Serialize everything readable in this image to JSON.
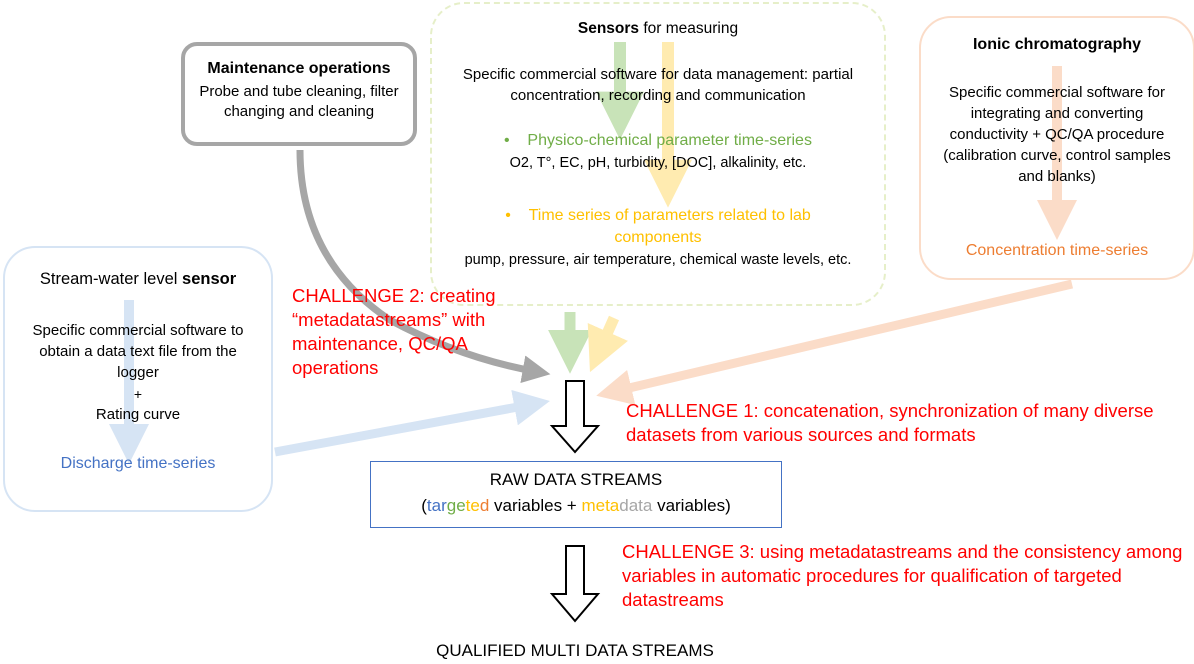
{
  "maintenance": {
    "title": "Maintenance operations",
    "body": "Probe and tube cleaning, filter changing and cleaning"
  },
  "sensors": {
    "title_bold": "Sensors",
    "title_rest": " for measuring",
    "software": "Specific commercial software for data management: partial concentration, recording and communication",
    "bullet1_title": "Physico-chemical parameter time-series",
    "bullet1_body": "O2, T°, EC, pH, turbidity, [DOC], alkalinity, etc.",
    "bullet2_title": "Time series of parameters related to lab components",
    "bullet2_body": "pump, pressure, air temperature, chemical waste levels, etc."
  },
  "ionic": {
    "title": "Ionic chromatography",
    "body": "Specific commercial software for integrating and converting conductivity + QC/QA procedure (calibration curve, control samples and blanks)",
    "output": "Concentration time-series"
  },
  "stream": {
    "title_normal": "Stream-water level ",
    "title_bold": "sensor",
    "body": "Specific commercial software to obtain a data text file from the logger",
    "plus": "+",
    "rating": "Rating curve",
    "output": "Discharge  time-series"
  },
  "challenges": {
    "c2": "CHALLENGE 2: creating “metadatastreams” with maintenance, QC/QA operations",
    "c1": "CHALLENGE 1: concatenation, synchronization of many diverse datasets from various sources and formats",
    "c3": "CHALLENGE 3: using metadatastreams and the consistency among variables in automatic procedures for qualification of targeted datastreams"
  },
  "raw": {
    "title": "RAW DATA STREAMS",
    "open_paren": "(",
    "targeted_parts": [
      "tar",
      "ge",
      "te",
      "d"
    ],
    "variables1": " variables + ",
    "metadata_parts": [
      "meta",
      "data"
    ],
    "variables2": " variables)"
  },
  "qualified": "QUALIFIED MULTI DATA STREAMS",
  "colors": {
    "green": "#70ad47",
    "yellow": "#ffc000",
    "orange": "#ed7d31",
    "blue": "#4472c4",
    "gray": "#a6a6a6",
    "red": "#ff0000"
  }
}
